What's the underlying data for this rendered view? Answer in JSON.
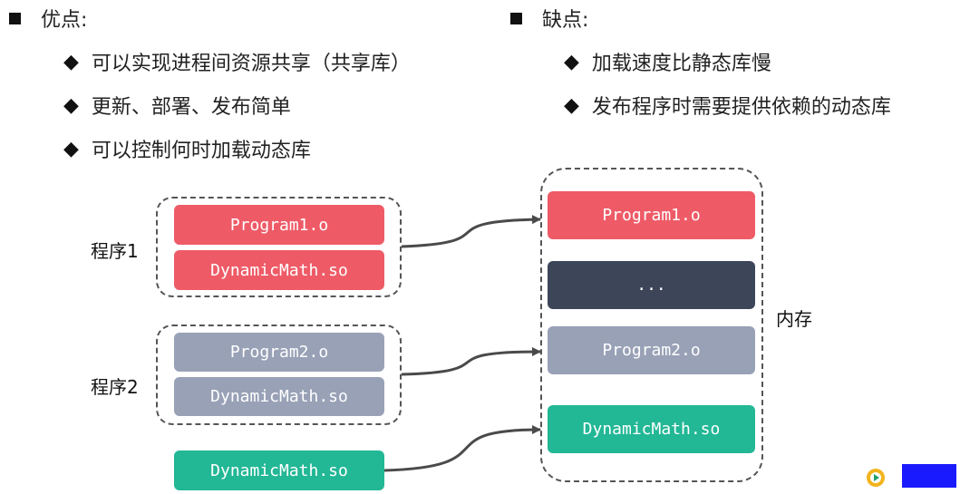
{
  "pros": {
    "title": "优点:",
    "items": [
      "可以实现进程间资源共享（共享库）",
      "更新、部署、发布简单",
      "可以控制何时加载动态库"
    ]
  },
  "cons": {
    "title": "缺点:",
    "items": [
      "加载速度比静态库慢",
      "发布程序时需要提供依赖的动态库"
    ]
  },
  "program1": {
    "label": "程序1",
    "files": [
      "Program1.o",
      "DynamicMath.so"
    ]
  },
  "program2": {
    "label": "程序2",
    "files": [
      "Program2.o",
      "DynamicMath.so"
    ]
  },
  "standalone_so": "DynamicMath.so",
  "memory": {
    "label": "内存",
    "blocks": [
      "Program1.o",
      "...",
      "Program2.o",
      "DynamicMath.so"
    ]
  },
  "colors": {
    "program1": "#ee5b67",
    "program2": "#98a1b6",
    "shared_lib": "#22b795",
    "other": "#3d4659",
    "arrow": "#4a4a4a"
  }
}
